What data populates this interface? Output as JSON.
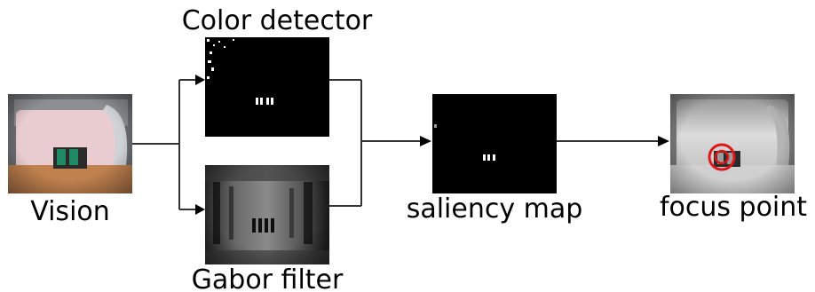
{
  "labels": {
    "vision": "Vision",
    "color_detector": "Color detector",
    "gabor_filter": "Gabor filter",
    "saliency_map": "saliency map",
    "focus_point": "focus point"
  },
  "colors": {
    "background": "#ffffff",
    "line": "#333333",
    "arrowhead": "#000000",
    "focus_marker": "#e0151a",
    "vision_wall": "#e9ccd0",
    "vision_floor": "#c0814e",
    "vision_object": "#1f8a64"
  }
}
